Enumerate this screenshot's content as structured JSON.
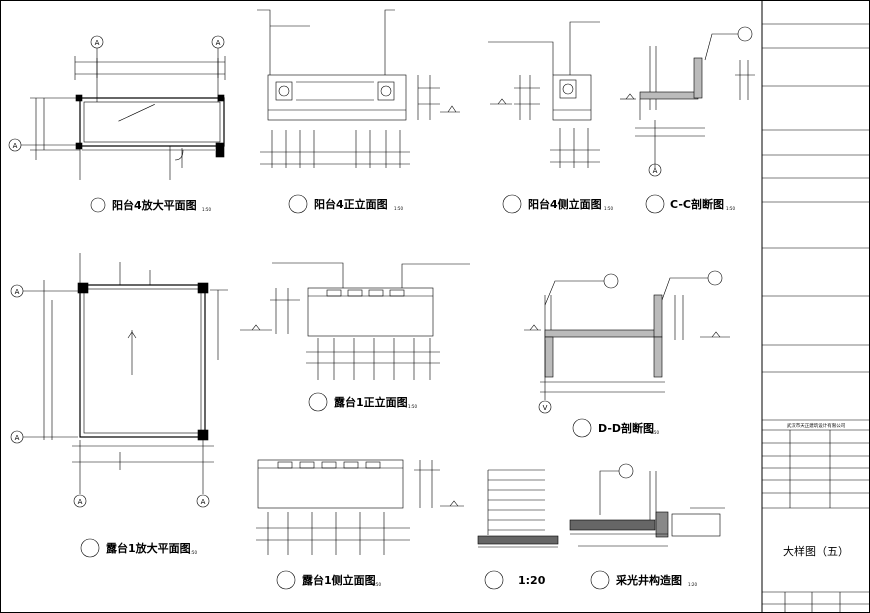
{
  "drawing": {
    "views": [
      {
        "id": "v1",
        "title": "阳台4放大平面图",
        "scale": "1:50"
      },
      {
        "id": "v2",
        "title": "阳台4正立面图",
        "scale": "1:50"
      },
      {
        "id": "v3",
        "title": "阳台4侧立面图",
        "scale": "1:50"
      },
      {
        "id": "v4",
        "title": "C-C剖断图",
        "scale": "1:50"
      },
      {
        "id": "v5",
        "title": "露台1放大平面图",
        "scale": "1:50"
      },
      {
        "id": "v6",
        "title": "露台1正立面图",
        "scale": "1:50"
      },
      {
        "id": "v7",
        "title": "D-D剖断图",
        "scale": "1:50"
      },
      {
        "id": "v8",
        "title": "露台1侧立面图",
        "scale": "1:50"
      },
      {
        "id": "v9",
        "title": "1:20",
        "scale": ""
      },
      {
        "id": "v10",
        "title": "采光井构造图",
        "scale": "1:20"
      }
    ],
    "axis_labels": {
      "a": "A",
      "v": "V"
    },
    "title_block": {
      "company": "武汉市天正建筑设计有限公司",
      "sheet_title": "大样图（五）"
    }
  }
}
